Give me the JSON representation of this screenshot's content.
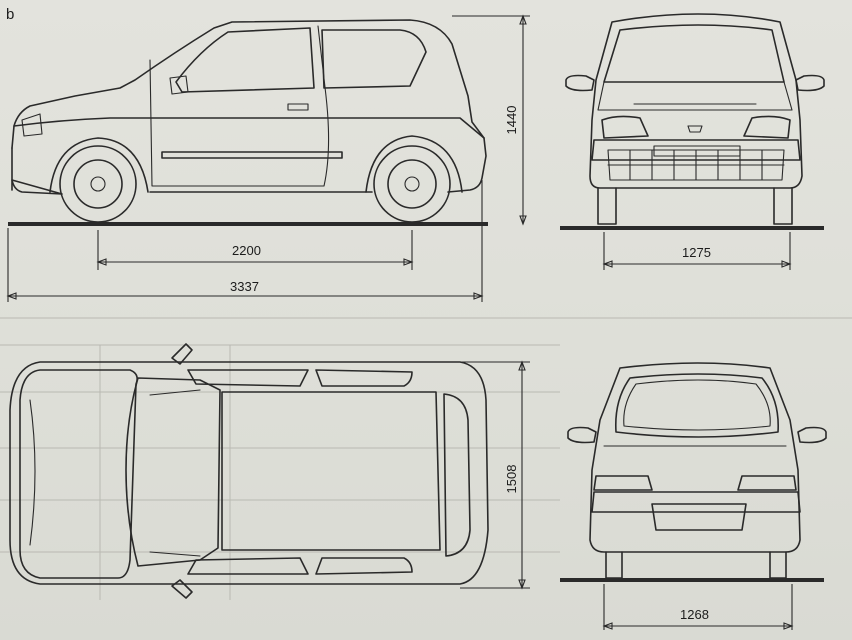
{
  "panel_label": "b",
  "dimensions": {
    "wheelbase": "2200",
    "overall_length": "3337",
    "overall_height": "1440",
    "front_track": "1275",
    "overall_width": "1508",
    "rear_track": "1268"
  },
  "views": [
    "side-view",
    "front-view",
    "top-view",
    "rear-view"
  ]
}
